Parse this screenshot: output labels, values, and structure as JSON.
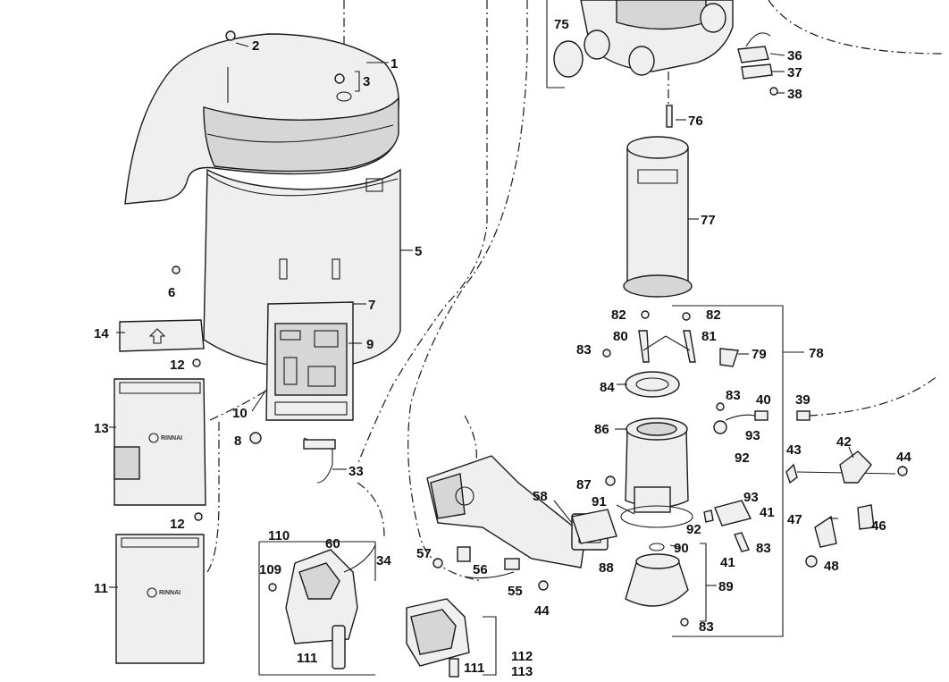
{
  "diagram": {
    "brand_text": "RINNAI",
    "callouts": {
      "c1": "1",
      "c2": "2",
      "c3": "3",
      "c5": "5",
      "c6": "6",
      "c7": "7",
      "c8": "8",
      "c9": "9",
      "c10": "10",
      "c11": "11",
      "c12a": "12",
      "c12b": "12",
      "c13": "13",
      "c14": "14",
      "c33": "33",
      "c34": "34",
      "c36": "36",
      "c37": "37",
      "c38": "38",
      "c39": "39",
      "c40": "40",
      "c41a": "41",
      "c41b": "41",
      "c42": "42",
      "c43": "43",
      "c44a": "44",
      "c44b": "44",
      "c46": "46",
      "c47": "47",
      "c48": "48",
      "c55": "55",
      "c56": "56",
      "c57": "57",
      "c58": "58",
      "c60": "60",
      "c75": "75",
      "c76": "76",
      "c77": "77",
      "c78": "78",
      "c79": "79",
      "c80": "80",
      "c81": "81",
      "c82a": "82",
      "c82b": "82",
      "c83a": "83",
      "c83b": "83",
      "c83c": "83",
      "c83d": "83",
      "c84": "84",
      "c86": "86",
      "c87": "87",
      "c88": "88",
      "c89": "89",
      "c90": "90",
      "c91": "91",
      "c92a": "92",
      "c92b": "92",
      "c93a": "93",
      "c93b": "93",
      "c109": "109",
      "c110": "110",
      "c111a": "111",
      "c111b": "111",
      "c112": "112",
      "c113": "113"
    }
  }
}
